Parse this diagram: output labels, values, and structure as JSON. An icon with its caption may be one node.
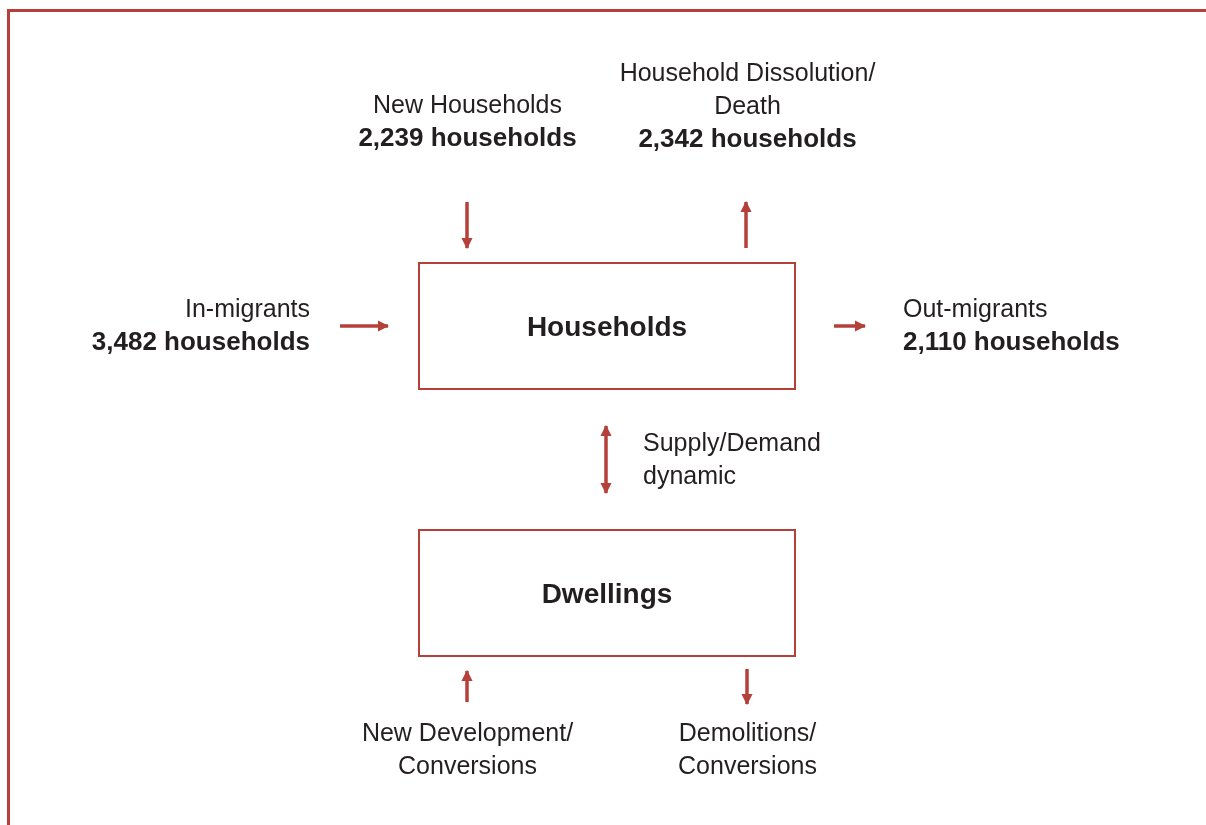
{
  "diagram": {
    "nodes": [
      {
        "text": [
          "New Households",
          "2,239 households"
        ]
      },
      {
        "text": [
          "Household Dissolution/ Death",
          "2,342 households"
        ]
      },
      {
        "text": [
          "In-migrants",
          "3,482 households"
        ]
      },
      {
        "text": [
          "Households"
        ]
      },
      {
        "text": [
          "Out-migrants",
          "2,110 households"
        ]
      },
      {
        "text": [
          "Dwellings"
        ]
      },
      {
        "text": [
          "New Development/ Conversions"
        ]
      },
      {
        "text": [
          "Demolitions/ Conversions"
        ]
      }
    ],
    "edges": [
      {
        "from": 0,
        "to": 3,
        "arrow": "to"
      },
      {
        "from": 3,
        "to": 1,
        "arrow": "to"
      },
      {
        "from": 2,
        "to": 3,
        "arrow": "to"
      },
      {
        "from": 3,
        "to": 4,
        "arrow": "to"
      },
      {
        "from": 3,
        "to": 5,
        "arrow": "both",
        "label": "Supply/Demand dynamic"
      },
      {
        "from": 6,
        "to": 5,
        "arrow": "to"
      },
      {
        "from": 5,
        "to": 7,
        "arrow": "to"
      }
    ]
  }
}
